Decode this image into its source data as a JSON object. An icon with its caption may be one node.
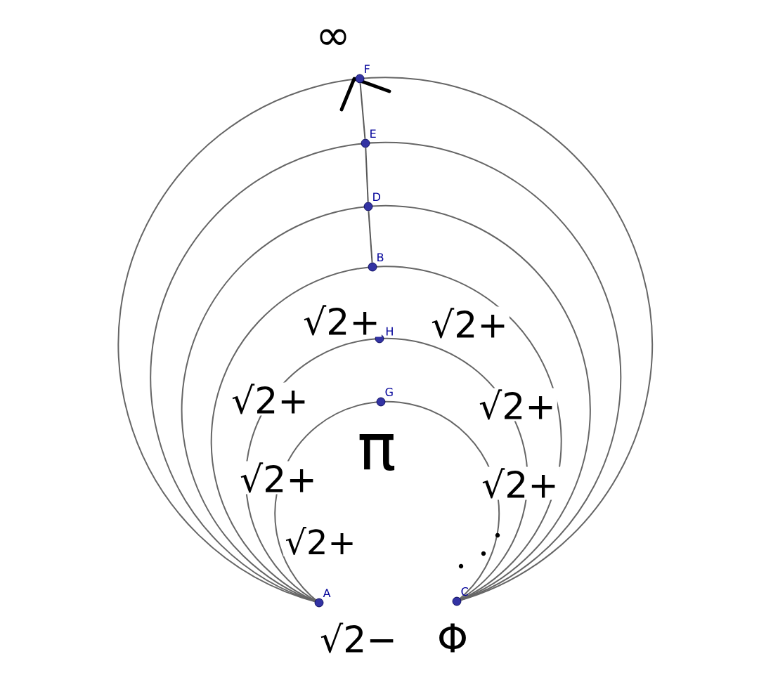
{
  "diagram": {
    "nodes": [
      {
        "text": [
          "A"
        ]
      },
      {
        "text": [
          "C"
        ]
      },
      {
        "text": [
          "G"
        ]
      },
      {
        "text": [
          "H"
        ]
      },
      {
        "text": [
          "B"
        ]
      },
      {
        "text": [
          "D"
        ]
      },
      {
        "text": [
          "E"
        ]
      },
      {
        "text": [
          "F"
        ]
      }
    ],
    "edges": [
      {
        "from": 4,
        "to": 5,
        "arrow": "none"
      },
      {
        "from": 5,
        "to": 6,
        "arrow": "none"
      },
      {
        "from": 6,
        "to": 7,
        "arrow": "none"
      }
    ],
    "labels": [
      "∞",
      "√2+",
      "√2+",
      "√2+",
      "√2+",
      "√2+",
      "√2+",
      "√2+",
      "π",
      "√2−",
      "Φ"
    ]
  }
}
